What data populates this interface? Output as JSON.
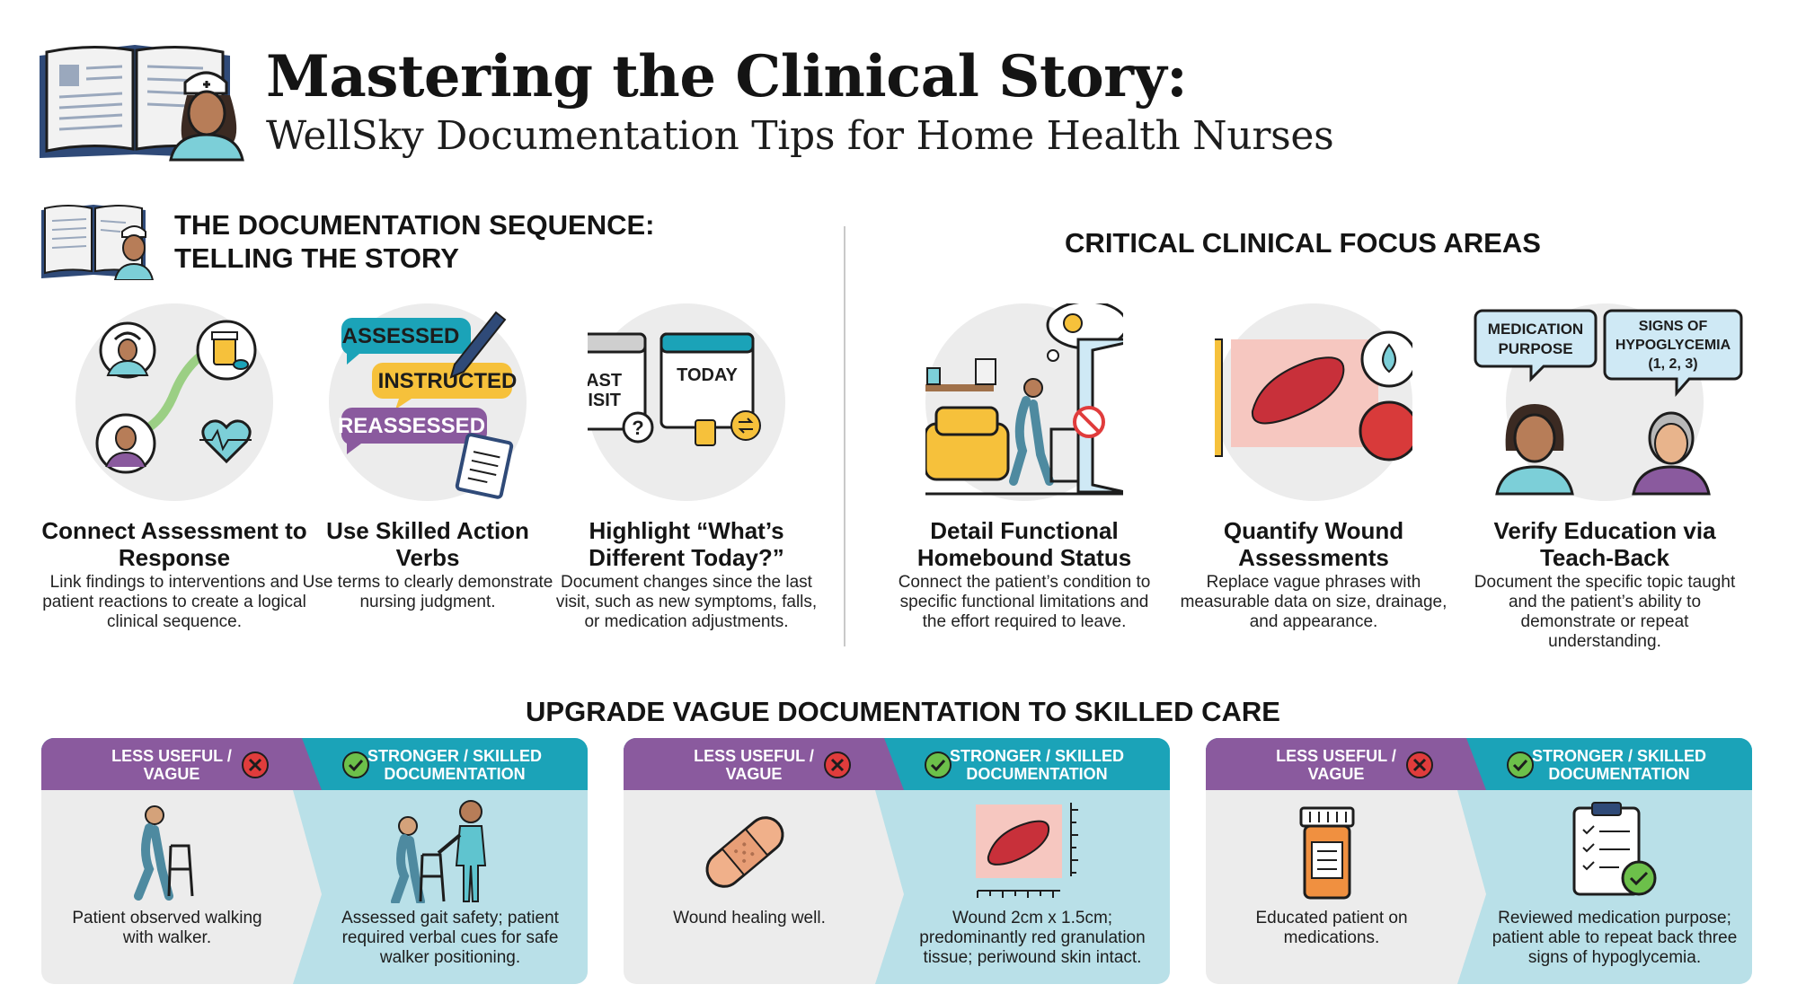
{
  "header": {
    "title": "Mastering the Clinical Story:",
    "subtitle": "WellSky Documentation Tips for Home Health Nurses"
  },
  "sequence": {
    "heading_line1": "THE DOCUMENTATION SEQUENCE:",
    "heading_line2": "TELLING THE STORY",
    "tips": [
      {
        "title": "Connect Assessment to Response",
        "desc": "Link findings to interventions and patient reactions to create a logical clinical sequence."
      },
      {
        "title": "Use Skilled Action Verbs",
        "desc": "Use terms to clearly demonstrate nursing judgment.",
        "verbs": [
          "ASSESSED",
          "INSTRUCTED",
          "REASSESSED"
        ]
      },
      {
        "title": "Highlight “What’s Different Today?”",
        "desc": "Document changes since the last visit, such as new symptoms, falls, or medication adjustments.",
        "cal_left": [
          "LAST",
          "VISIT"
        ],
        "cal_right": "TODAY"
      }
    ]
  },
  "focus": {
    "heading": "CRITICAL CLINICAL FOCUS AREAS",
    "tips": [
      {
        "title": "Detail Functional Homebound Status",
        "desc": "Connect the patient’s condition to specific functional limitations and the effort required to leave."
      },
      {
        "title": "Quantify Wound Assessments",
        "desc": "Replace vague phrases with measurable data on size, drainage, and appearance."
      },
      {
        "title": "Verify Education via Teach-Back",
        "desc": "Document the specific topic taught and the patient’s ability to demonstrate or repeat understanding.",
        "bubble_left": [
          "MEDICATION",
          "PURPOSE"
        ],
        "bubble_right": [
          "SIGNS OF",
          "HYPOGLYCEMIA",
          "(1, 2, 3)"
        ]
      }
    ]
  },
  "upgrade": {
    "heading": "UPGRADE VAGUE DOCUMENTATION TO SKILLED CARE",
    "vague_label": [
      "LESS USEFUL /",
      "VAGUE"
    ],
    "skilled_label": [
      "STRONGER / SKILLED",
      "DOCUMENTATION"
    ],
    "cards": [
      {
        "vague_icon": "walker-icon",
        "vague_text": "Patient observed walking with walker.",
        "skilled_icon": "assisted-walking-icon",
        "skilled_text": "Assessed gait safety; patient required verbal cues for safe walker positioning."
      },
      {
        "vague_icon": "bandage-icon",
        "vague_text": "Wound healing well.",
        "skilled_icon": "measured-wound-icon",
        "skilled_text": "Wound 2cm x 1.5cm; predominantly red granulation tissue; periwound skin intact."
      },
      {
        "vague_icon": "pill-bottle-icon",
        "vague_text": "Educated patient on medications.",
        "skilled_icon": "checklist-clipboard-icon",
        "skilled_text": "Reviewed medication purpose; patient able to repeat back three signs of hypoglycemia."
      }
    ]
  },
  "colors": {
    "purple": "#8a5a9e",
    "teal": "#1ba3b8",
    "light_teal": "#b9e0e8",
    "yellow": "#f6c13b",
    "red": "#e03c3c",
    "green": "#6cc04a",
    "card_gray": "#ececec"
  }
}
